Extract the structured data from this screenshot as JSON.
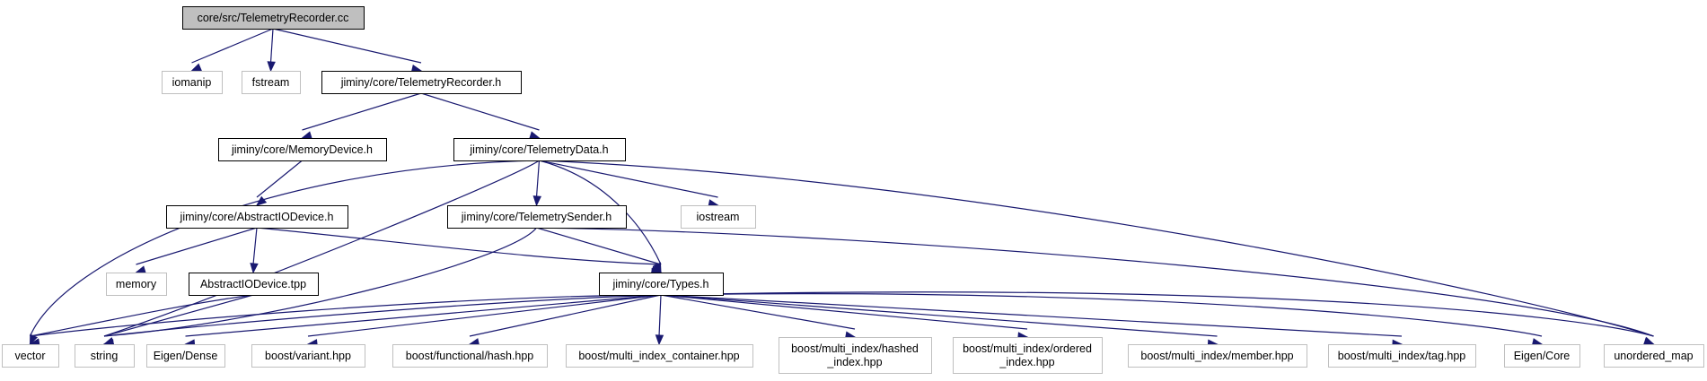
{
  "diagram": {
    "nodes": [
      {
        "id": "root",
        "kind": "root",
        "lines": [
          "core/src/TelemetryRecorder.cc"
        ]
      },
      {
        "id": "iomanip",
        "kind": "ext",
        "lines": [
          "iomanip"
        ]
      },
      {
        "id": "fstream",
        "kind": "ext",
        "lines": [
          "fstream"
        ]
      },
      {
        "id": "recorder_h",
        "kind": "doc",
        "lines": [
          "jiminy/core/TelemetryRecorder.h"
        ]
      },
      {
        "id": "memdev_h",
        "kind": "doc",
        "lines": [
          "jiminy/core/MemoryDevice.h"
        ]
      },
      {
        "id": "teldata_h",
        "kind": "doc",
        "lines": [
          "jiminy/core/TelemetryData.h"
        ]
      },
      {
        "id": "absio_h",
        "kind": "doc",
        "lines": [
          "jiminy/core/AbstractIODevice.h"
        ]
      },
      {
        "id": "telsender_h",
        "kind": "doc",
        "lines": [
          "jiminy/core/TelemetrySender.h"
        ]
      },
      {
        "id": "iostream",
        "kind": "ext",
        "lines": [
          "iostream"
        ]
      },
      {
        "id": "memory",
        "kind": "ext",
        "lines": [
          "memory"
        ]
      },
      {
        "id": "absio_tpp",
        "kind": "doc",
        "lines": [
          "AbstractIODevice.tpp"
        ]
      },
      {
        "id": "types_h",
        "kind": "doc",
        "lines": [
          "jiminy/core/Types.h"
        ]
      },
      {
        "id": "vector",
        "kind": "ext",
        "lines": [
          "vector"
        ]
      },
      {
        "id": "string",
        "kind": "ext",
        "lines": [
          "string"
        ]
      },
      {
        "id": "eigen_dense",
        "kind": "ext",
        "lines": [
          "Eigen/Dense"
        ]
      },
      {
        "id": "boost_variant",
        "kind": "ext",
        "lines": [
          "boost/variant.hpp"
        ]
      },
      {
        "id": "boost_hash",
        "kind": "ext",
        "lines": [
          "boost/functional/hash.hpp"
        ]
      },
      {
        "id": "boost_mic",
        "kind": "ext",
        "lines": [
          "boost/multi_index_container.hpp"
        ]
      },
      {
        "id": "boost_hashed",
        "kind": "ext",
        "lines": [
          "boost/multi_index/hashed",
          "_index.hpp"
        ]
      },
      {
        "id": "boost_ordered",
        "kind": "ext",
        "lines": [
          "boost/multi_index/ordered",
          "_index.hpp"
        ]
      },
      {
        "id": "boost_member",
        "kind": "ext",
        "lines": [
          "boost/multi_index/member.hpp"
        ]
      },
      {
        "id": "boost_tag",
        "kind": "ext",
        "lines": [
          "boost/multi_index/tag.hpp"
        ]
      },
      {
        "id": "eigen_core",
        "kind": "ext",
        "lines": [
          "Eigen/Core"
        ]
      },
      {
        "id": "unordered_map",
        "kind": "ext",
        "lines": [
          "unordered_map"
        ]
      }
    ],
    "edges": [
      {
        "from": "root",
        "to": "iomanip"
      },
      {
        "from": "root",
        "to": "fstream"
      },
      {
        "from": "root",
        "to": "recorder_h"
      },
      {
        "from": "recorder_h",
        "to": "memdev_h"
      },
      {
        "from": "recorder_h",
        "to": "teldata_h"
      },
      {
        "from": "memdev_h",
        "to": "absio_h"
      },
      {
        "from": "absio_h",
        "to": "memory"
      },
      {
        "from": "absio_h",
        "to": "absio_tpp"
      },
      {
        "from": "absio_h",
        "to": "types_h"
      },
      {
        "from": "absio_tpp",
        "to": "vector"
      },
      {
        "from": "absio_tpp",
        "to": "string"
      },
      {
        "from": "teldata_h",
        "to": "vector"
      },
      {
        "from": "teldata_h",
        "to": "string"
      },
      {
        "from": "teldata_h",
        "to": "telsender_h"
      },
      {
        "from": "teldata_h",
        "to": "types_h"
      },
      {
        "from": "teldata_h",
        "to": "iostream"
      },
      {
        "from": "teldata_h",
        "to": "unordered_map"
      },
      {
        "from": "telsender_h",
        "to": "string"
      },
      {
        "from": "telsender_h",
        "to": "types_h"
      },
      {
        "from": "telsender_h",
        "to": "unordered_map"
      },
      {
        "from": "types_h",
        "to": "vector"
      },
      {
        "from": "types_h",
        "to": "string"
      },
      {
        "from": "types_h",
        "to": "eigen_dense"
      },
      {
        "from": "types_h",
        "to": "boost_variant"
      },
      {
        "from": "types_h",
        "to": "boost_hash"
      },
      {
        "from": "types_h",
        "to": "boost_mic"
      },
      {
        "from": "types_h",
        "to": "boost_hashed"
      },
      {
        "from": "types_h",
        "to": "boost_ordered"
      },
      {
        "from": "types_h",
        "to": "boost_member"
      },
      {
        "from": "types_h",
        "to": "boost_tag"
      },
      {
        "from": "types_h",
        "to": "eigen_core"
      },
      {
        "from": "types_h",
        "to": "unordered_map"
      }
    ]
  }
}
